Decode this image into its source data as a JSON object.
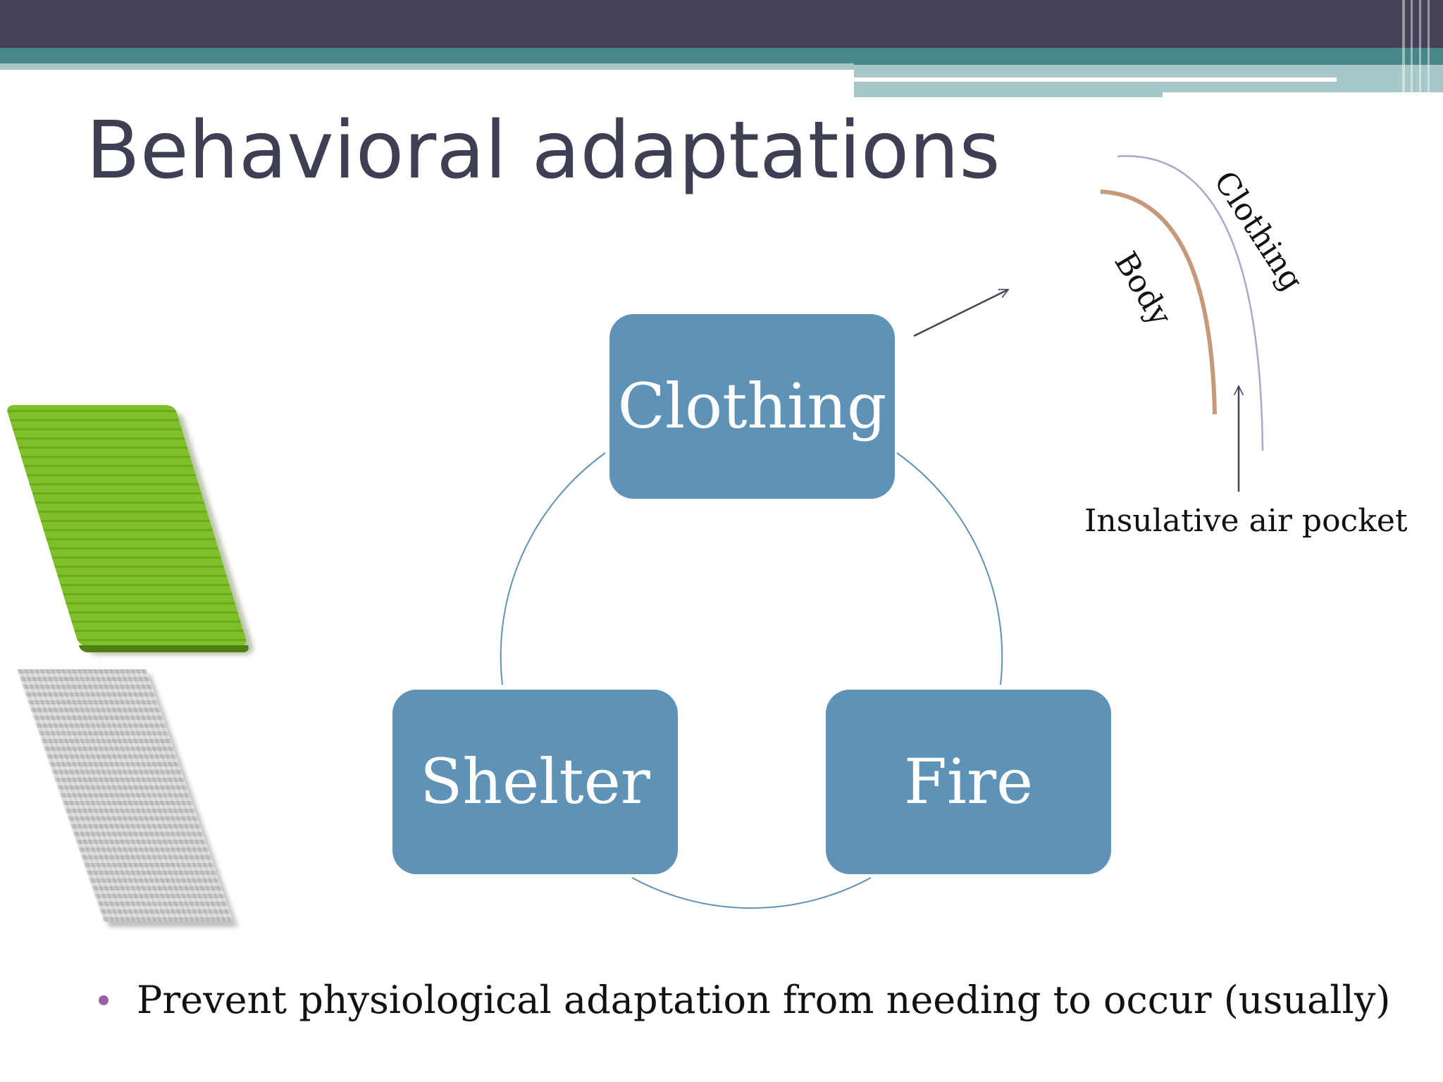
{
  "slide": {
    "title": "Behavioral adaptations",
    "colors": {
      "header_dark": "#444357",
      "header_teal": "#478789",
      "header_light": "#a7c6c8",
      "title_text": "#3f3f54",
      "node_fill": "#5e92b7",
      "node_text": "#ffffff",
      "cycle_line": "#5e92b7",
      "arrow_color": "#444357",
      "body_curve": "#c49a7a",
      "clothing_curve": "#a8a8c8",
      "bullet_marker": "#9a60a8"
    }
  },
  "cycle": {
    "nodes": [
      {
        "label": "Clothing"
      },
      {
        "label": "Shelter"
      },
      {
        "label": "Fire"
      }
    ]
  },
  "inset": {
    "body_label": "Body",
    "clothing_label": "Clothing",
    "air_pocket_label": "Insulative air pocket"
  },
  "images": [
    {
      "icon": "green-sleeping-pad-image"
    },
    {
      "icon": "silver-sleeping-pad-image"
    }
  ],
  "bullets": [
    "Prevent physiological adaptation from needing to occur (usually)"
  ]
}
